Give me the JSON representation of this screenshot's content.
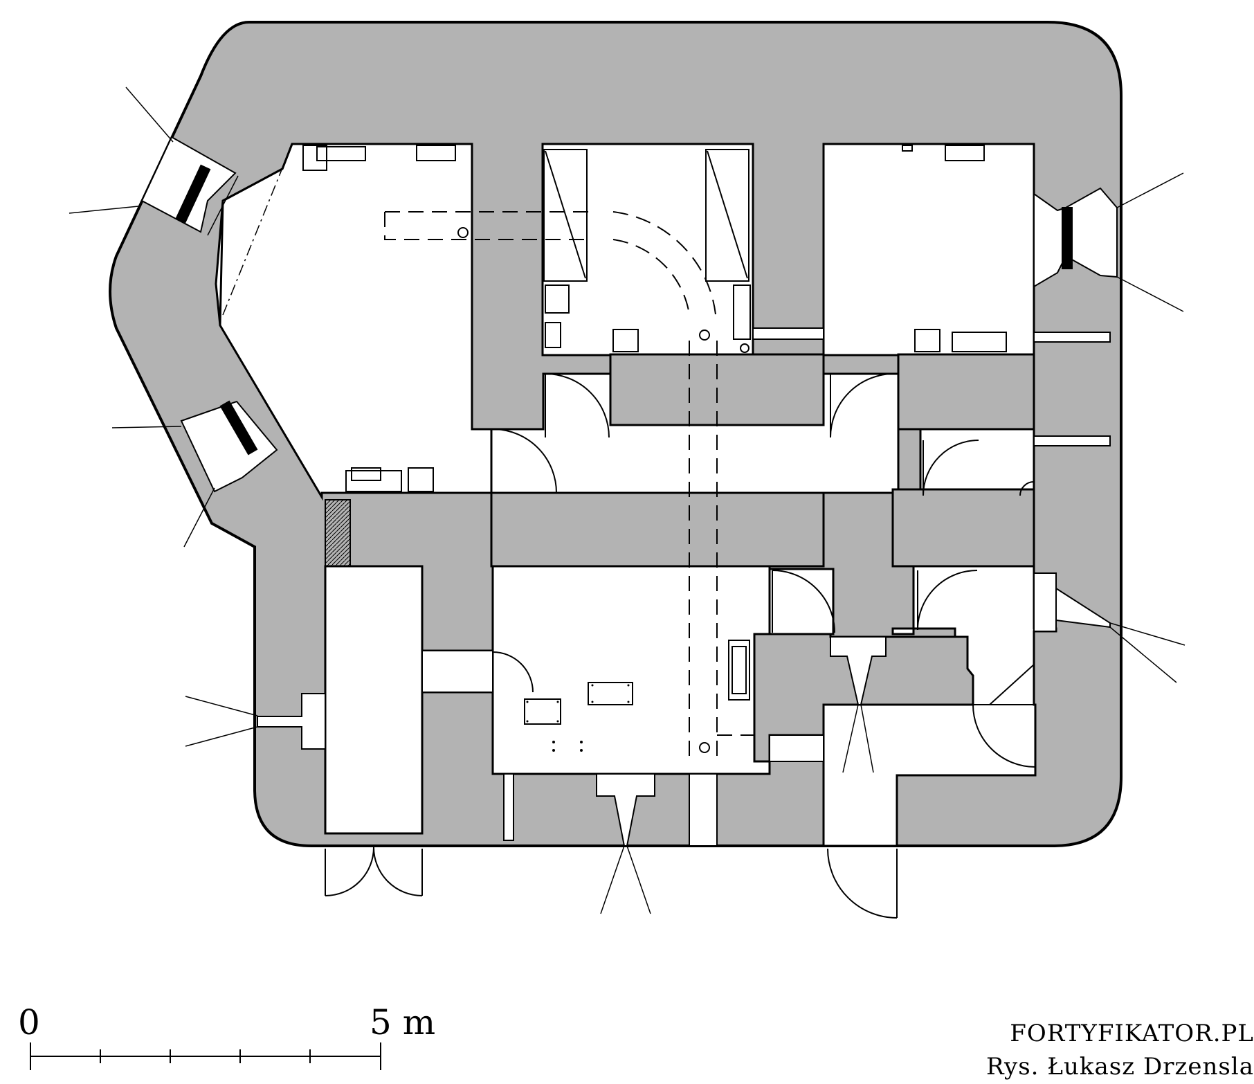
{
  "diagram": {
    "type": "floor-plan",
    "subject": "bunker",
    "colors": {
      "wall_fill": "#b3b3b3",
      "line": "#000000",
      "background": "#ffffff"
    }
  },
  "scale_bar": {
    "start_label": "0",
    "end_label": "5 m",
    "ticks": 6
  },
  "credits": {
    "site": "FORTYFIKATOR.PL",
    "author": "Rys. Łukasz Drzensla"
  }
}
